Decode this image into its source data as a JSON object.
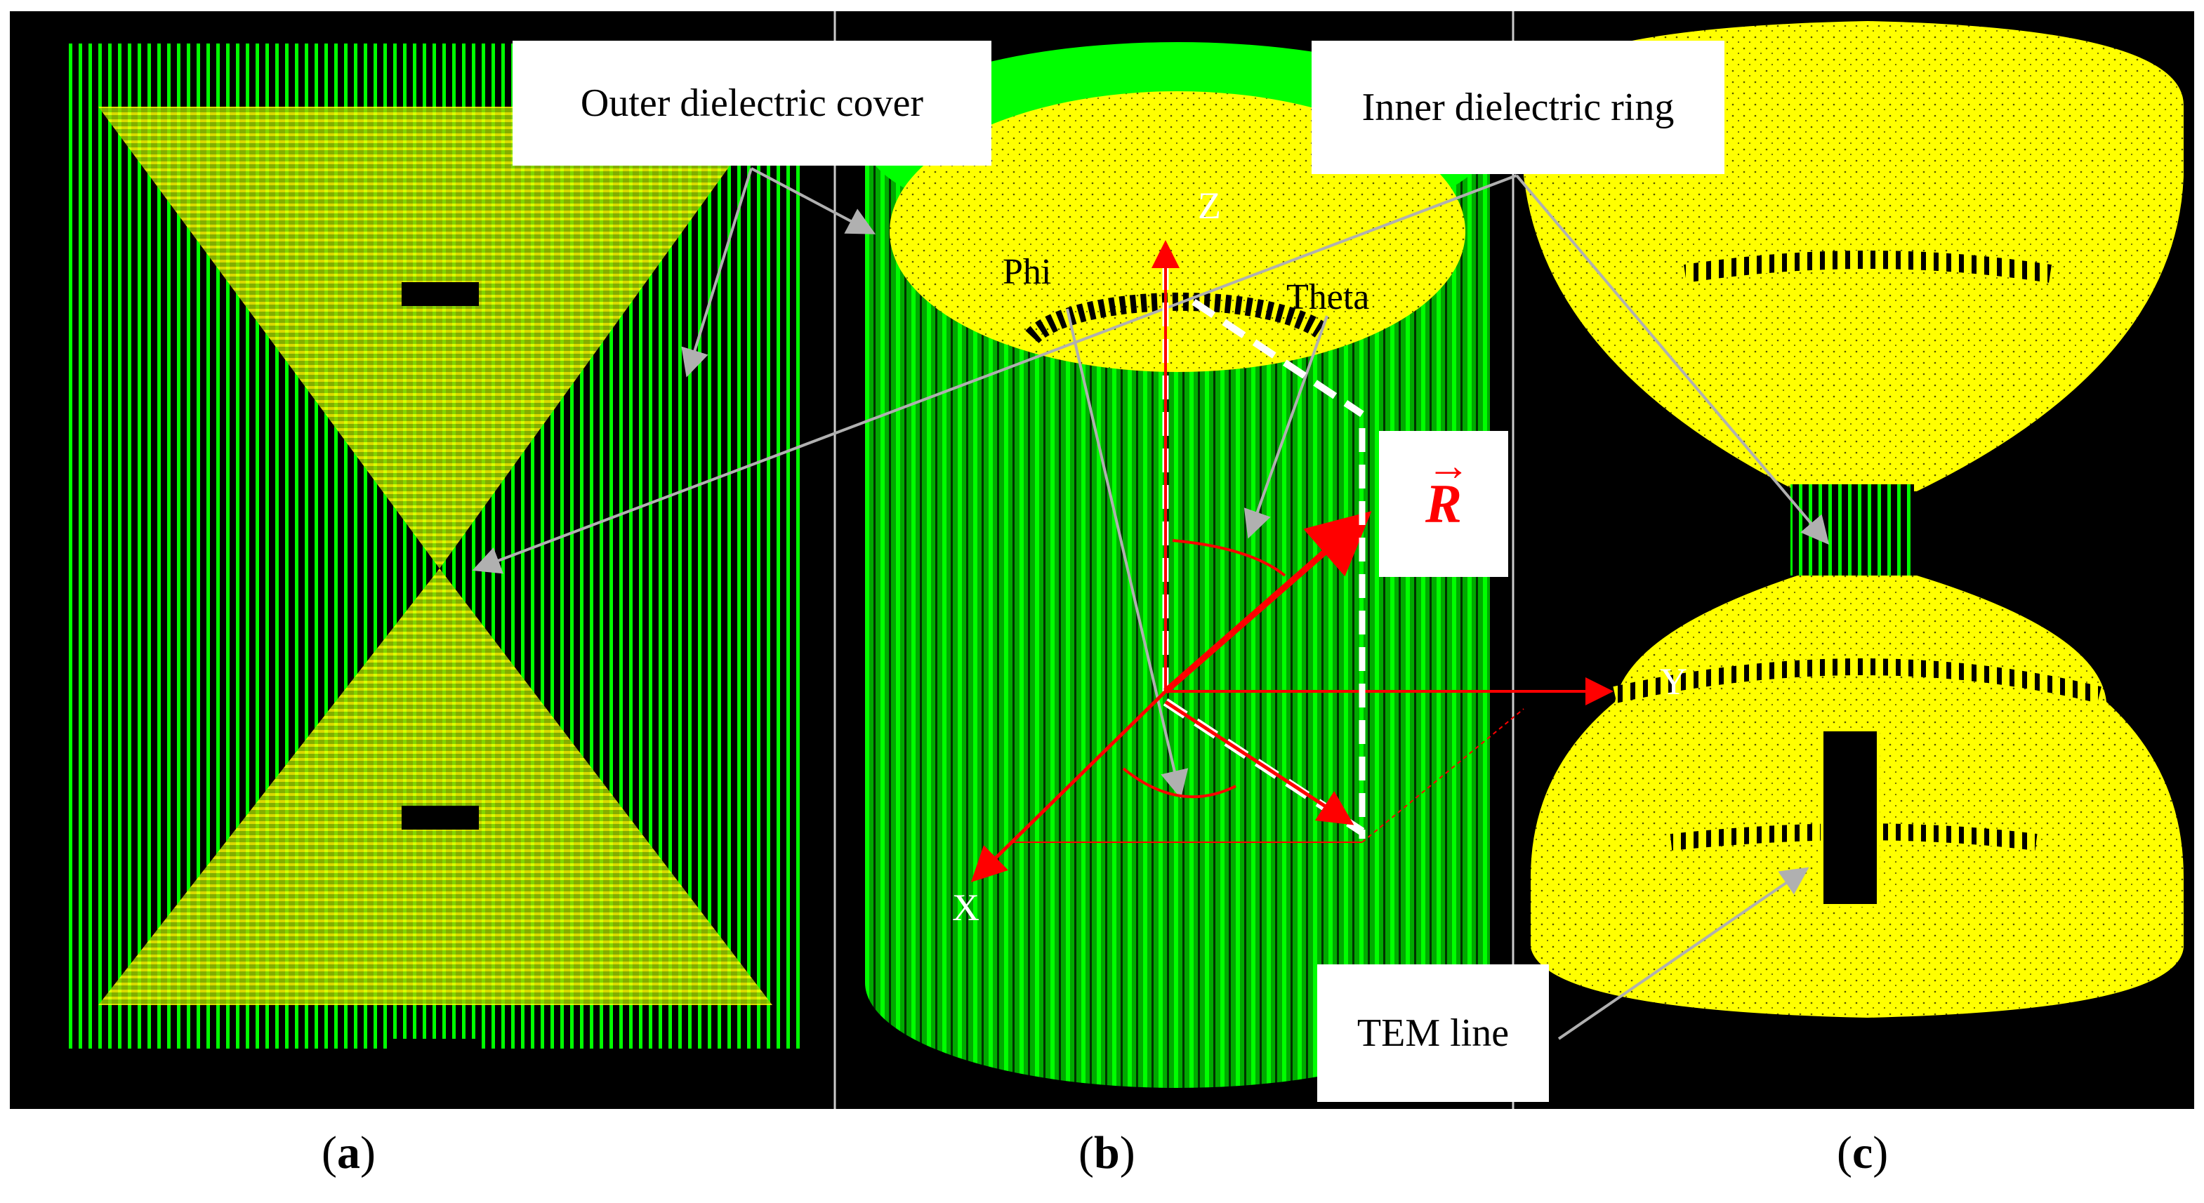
{
  "colors": {
    "background": "#000000",
    "mesh_green": "#00ff00",
    "dielectric_yellow": "#ffff00",
    "vector_red": "#ff0000",
    "pointer_gray": "#b0b0b0"
  },
  "panels": [
    {
      "id": "a",
      "caption_prefix": "(",
      "caption_letter": "a",
      "caption_suffix": ")"
    },
    {
      "id": "b",
      "caption_prefix": "(",
      "caption_letter": "b",
      "caption_suffix": ")"
    },
    {
      "id": "c",
      "caption_prefix": "(",
      "caption_letter": "c",
      "caption_suffix": ")"
    }
  ],
  "callouts": {
    "outer_cover": "Outer dielectric cover",
    "inner_ring": "Inner dielectric ring",
    "tem_line": "TEM line"
  },
  "axes": {
    "z": "Z",
    "y": "Y",
    "x": "X"
  },
  "angles": {
    "phi": "Phi",
    "theta": "Theta"
  },
  "vector": {
    "label": "R",
    "arrow": "→"
  }
}
